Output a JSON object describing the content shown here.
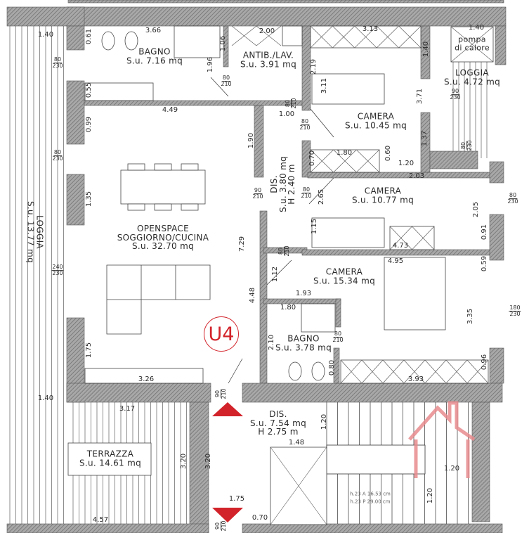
{
  "unit_badge": "U4",
  "colors": {
    "wall": "#8f8f8f",
    "accent_red": "#d2232a",
    "line": "#333333"
  },
  "rooms": [
    {
      "name": "BAGNO",
      "area": "S.u. 7.16 mq"
    },
    {
      "name": "ANTIB./LAV.",
      "area": "S.u. 3.91 mq"
    },
    {
      "name": "CAMERA",
      "area": "S.u. 10.45 mq"
    },
    {
      "name": "pompa di calore",
      "area": ""
    },
    {
      "name": "LOGGIA",
      "area": "S.u. 4.72 mq"
    },
    {
      "name": "OPENSPACE SOGGIORNO/CUCINA",
      "area": "S.u. 32.70 mq"
    },
    {
      "name": "DIS.",
      "area": "S.u. 3.80 mq",
      "height": "H 2.40 m"
    },
    {
      "name": "CAMERA",
      "area": "S.u. 10.77 mq"
    },
    {
      "name": "CAMERA",
      "area": "S.u. 15.34 mq"
    },
    {
      "name": "BAGNO",
      "area": "S.u. 3.78 mq"
    },
    {
      "name": "DIS.",
      "area": "S.u. 7.54 mq",
      "height": "H 2.75 m"
    },
    {
      "name": "TERRAZZA",
      "area": "S.u. 14.61 mq"
    },
    {
      "name": "LOGGIA",
      "area": "S.u. 13.77 mq"
    }
  ],
  "dimensions": [
    "1.40",
    "0.61",
    "3.66",
    "1.96",
    "1.06",
    "2.00",
    "3.13",
    "1.40",
    "1.40",
    "2.19",
    "3.11",
    "3.71",
    "0.55",
    "4.49",
    "0.99",
    "1.90",
    "1.00",
    "1.37",
    "1.80",
    "0.70",
    "0.60",
    "1.20",
    "2.03",
    "1.35",
    "2.65",
    "2.05",
    "1.15",
    "0.91",
    "4.73",
    "4.95",
    "7.29",
    "0.59",
    "1.12",
    "4.48",
    "1.93",
    "1.80",
    "3.35",
    "2.10",
    "1.75",
    "0.80",
    "0.96",
    "3.93",
    "3.26",
    "1.40",
    "3.17",
    "1.20",
    "1.48",
    "3.20",
    "3.20",
    "1.20",
    "1.20",
    "1.75",
    "0.70",
    "4.57"
  ],
  "openings": [
    {
      "w": "80",
      "h": "230"
    },
    {
      "w": "80",
      "h": "210"
    },
    {
      "w": "80",
      "h": "230"
    },
    {
      "w": "90",
      "h": "210"
    },
    {
      "w": "80",
      "h": "210"
    },
    {
      "w": "80",
      "h": "210"
    },
    {
      "w": "80",
      "h": "210"
    },
    {
      "w": "90",
      "h": "230"
    },
    {
      "w": "80",
      "h": "230"
    },
    {
      "w": "80",
      "h": "230"
    },
    {
      "w": "240",
      "h": "230"
    },
    {
      "w": "80",
      "h": "210"
    },
    {
      "w": "80",
      "h": "210"
    },
    {
      "w": "180",
      "h": "230"
    },
    {
      "w": "90",
      "h": "210"
    },
    {
      "w": "90",
      "h": "210"
    }
  ],
  "stair_notes": [
    "h.23 A 16.53 cm",
    "h.23 P 29.00 cm"
  ],
  "icons": [
    "entrance-arrow-icon",
    "real-estate-house-logo"
  ]
}
